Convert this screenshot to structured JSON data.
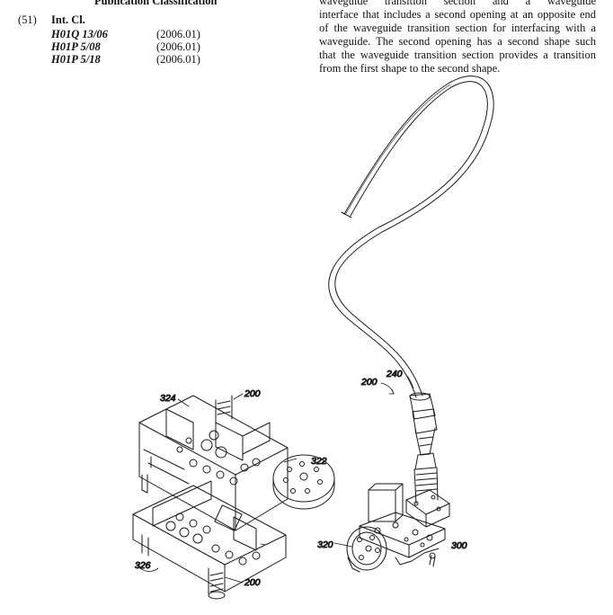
{
  "left_column": {
    "heading": "Publication Classification",
    "section_number": "(51)",
    "section_title": "Int. Cl.",
    "classifications": [
      {
        "code": "H01Q 13/06",
        "version": "(2006.01)"
      },
      {
        "code": "H01P 5/08",
        "version": "(2006.01)"
      },
      {
        "code": "H01P 5/18",
        "version": "(2006.01)"
      }
    ]
  },
  "abstract": {
    "lines": [
      "waveguide transition section and a waveguide",
      "interface that includes a second opening at an opposite end",
      "of the waveguide transition section for interfacing with a",
      "waveguide. The second opening has a second shape such",
      "that the waveguide transition section provides a transition",
      "from the first shape to the second shape."
    ]
  },
  "figure": {
    "labels": {
      "ref_200_top": "200",
      "ref_324": "324",
      "ref_322": "322",
      "ref_326": "326",
      "ref_200_bottom": "200",
      "ref_200_assembly": "200",
      "ref_240": "240",
      "ref_320": "320",
      "ref_300": "300"
    }
  }
}
